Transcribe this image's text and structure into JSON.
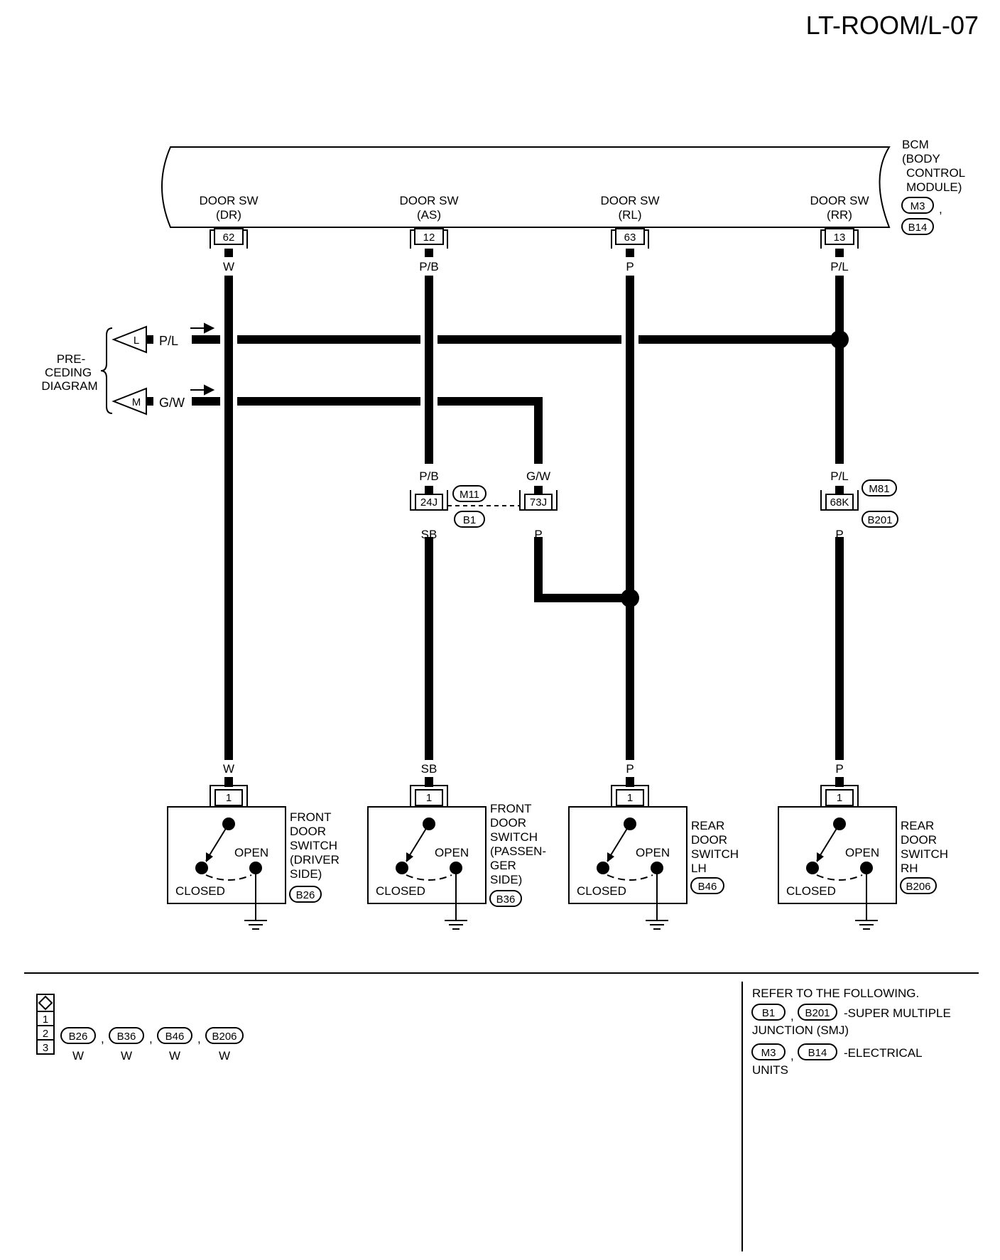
{
  "page_id": "LT-ROOM/L-07",
  "bcm": {
    "label_lines": [
      "BCM",
      "(BODY",
      "CONTROL",
      "MODULE)"
    ],
    "connectors": [
      "M3",
      "B14"
    ],
    "terminals": [
      {
        "name_lines": [
          "DOOR SW",
          "(DR)"
        ],
        "pin": "62",
        "wire": "W"
      },
      {
        "name_lines": [
          "DOOR SW",
          "(AS)"
        ],
        "pin": "12",
        "wire": "P/B"
      },
      {
        "name_lines": [
          "DOOR SW",
          "(RL)"
        ],
        "pin": "63",
        "wire": "P"
      },
      {
        "name_lines": [
          "DOOR SW",
          "(RR)"
        ],
        "pin": "13",
        "wire": "P/L"
      }
    ]
  },
  "preceding": {
    "label_lines": [
      "PRE-",
      "CEDING",
      "DIAGRAM"
    ],
    "lines": [
      {
        "marker": "L",
        "wire": "P/L"
      },
      {
        "marker": "M",
        "wire": "G/W"
      }
    ]
  },
  "junctions": [
    {
      "upper_wire": "P/B",
      "pin": "24J",
      "lower_wire": "SB"
    },
    {
      "upper_wire": "G/W",
      "pin": "73J",
      "lower_wire": "P"
    },
    {
      "upper_wire": "P/L",
      "pin": "68K",
      "lower_wire": "P"
    }
  ],
  "junction_connectors": {
    "smj": [
      "M11",
      "B1"
    ],
    "right": [
      "M81",
      "B201"
    ]
  },
  "switches": [
    {
      "wire": "W",
      "pin": "1",
      "open": "OPEN",
      "closed": "CLOSED",
      "label_lines": [
        "FRONT",
        "DOOR",
        "SWITCH",
        "(DRIVER",
        " SIDE)"
      ],
      "connector": "B26"
    },
    {
      "wire": "SB",
      "pin": "1",
      "open": "OPEN",
      "closed": "CLOSED",
      "label_lines": [
        "FRONT",
        "DOOR",
        "SWITCH",
        "(PASSEN-",
        " GER",
        " SIDE)"
      ],
      "connector": "B36"
    },
    {
      "wire": "P",
      "pin": "1",
      "open": "OPEN",
      "closed": "CLOSED",
      "label_lines": [
        "REAR",
        "DOOR",
        "SWITCH",
        "LH"
      ],
      "connector": "B46"
    },
    {
      "wire": "P",
      "pin": "1",
      "open": "OPEN",
      "closed": "CLOSED",
      "label_lines": [
        "REAR",
        "DOOR",
        "SWITCH",
        "RH"
      ],
      "connector": "B206"
    }
  ],
  "connector_table": {
    "rows": [
      "1",
      "2",
      "3"
    ],
    "connectors": [
      "B26",
      "B36",
      "B46",
      "B206"
    ],
    "colors": [
      "W",
      "W",
      "W",
      "W"
    ]
  },
  "reference": {
    "heading": "REFER TO THE FOLLOWING.",
    "smj_connectors": [
      "B1",
      "B201"
    ],
    "smj_text_lines": [
      "-SUPER MULTIPLE",
      "JUNCTION (SMJ)"
    ],
    "eu_connectors": [
      "M3",
      "B14"
    ],
    "eu_text_lines": [
      "-ELECTRICAL",
      "UNITS"
    ]
  }
}
